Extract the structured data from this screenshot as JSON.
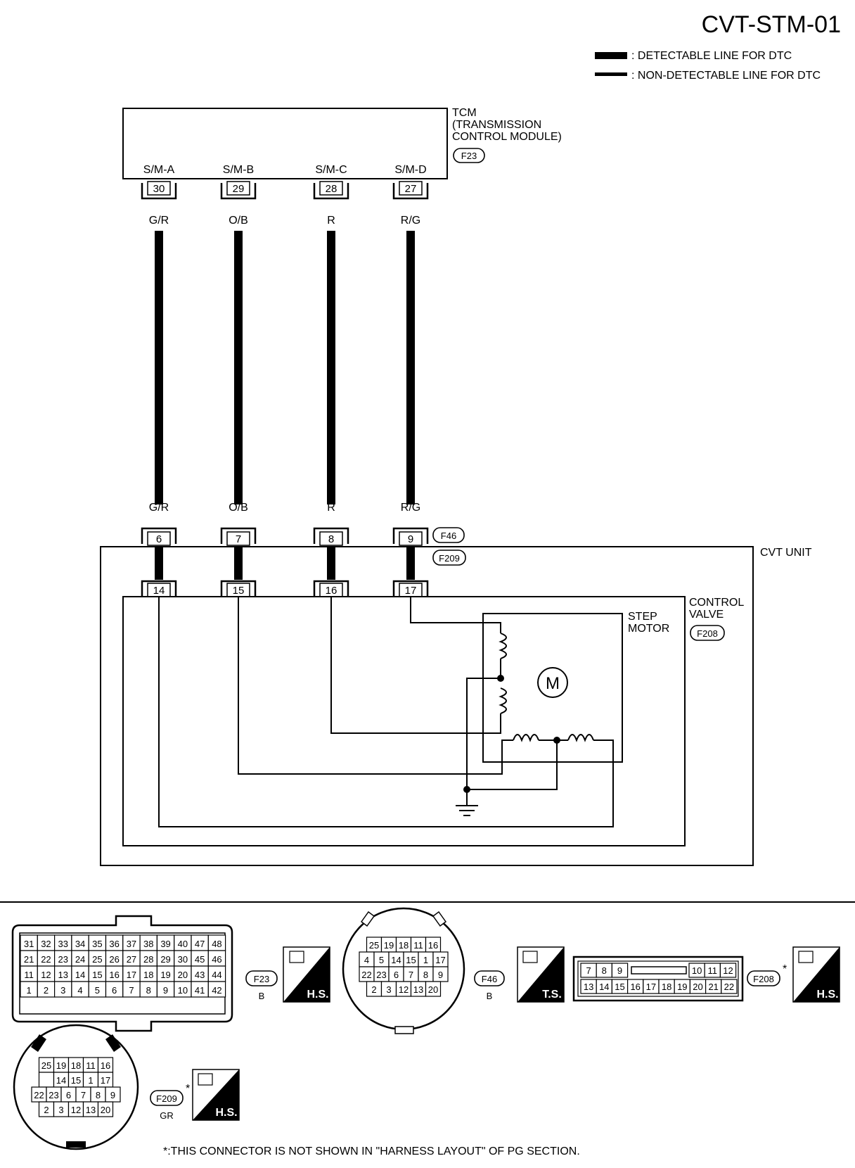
{
  "title": "CVT-STM-01",
  "legend": [
    {
      "label": ": DETECTABLE LINE FOR DTC"
    },
    {
      "label": ": NON-DETECTABLE LINE FOR DTC"
    }
  ],
  "tcm": {
    "name_lines": [
      "TCM",
      "(TRANSMISSION",
      "CONTROL MODULE)"
    ],
    "connector": "F23"
  },
  "terminals": [
    {
      "name": "S/M-A",
      "tcm_pin": "30",
      "wire": "G/R",
      "f46_pin": "6",
      "f209_pin": "14"
    },
    {
      "name": "S/M-B",
      "tcm_pin": "29",
      "wire": "O/B",
      "f46_pin": "7",
      "f209_pin": "15"
    },
    {
      "name": "S/M-C",
      "tcm_pin": "28",
      "wire": "R",
      "f46_pin": "8",
      "f209_pin": "16"
    },
    {
      "name": "S/M-D",
      "tcm_pin": "27",
      "wire": "R/G",
      "f46_pin": "9",
      "f209_pin": "17"
    }
  ],
  "f46_label": "F46",
  "f209_label": "F209",
  "cvt_unit": "CVT UNIT",
  "control_valve": {
    "lines": [
      "CONTROL",
      "VALVE"
    ],
    "connector": "F208"
  },
  "step_motor": {
    "lines": [
      "STEP",
      "MOTOR"
    ],
    "symbol": "M"
  },
  "connectors": {
    "f23": {
      "rows": [
        [
          "31",
          "32",
          "33",
          "34",
          "35",
          "36",
          "37",
          "38",
          "39",
          "40",
          "47",
          "48"
        ],
        [
          "21",
          "22",
          "23",
          "24",
          "25",
          "26",
          "27",
          "28",
          "29",
          "30",
          "45",
          "46"
        ],
        [
          "11",
          "12",
          "13",
          "14",
          "15",
          "16",
          "17",
          "18",
          "19",
          "20",
          "43",
          "44"
        ],
        [
          "1",
          "2",
          "3",
          "4",
          "5",
          "6",
          "7",
          "8",
          "9",
          "10",
          "41",
          "42"
        ]
      ],
      "id": "F23",
      "color": "B",
      "badge": "H.S."
    },
    "f46": {
      "rows": [
        [
          "25",
          "19",
          "18",
          "11",
          "16"
        ],
        [
          "4",
          "5",
          "14",
          "15",
          "1",
          "17"
        ],
        [
          "22",
          "23",
          "6",
          "7",
          "8",
          "9"
        ],
        [
          "2",
          "3",
          "12",
          "13",
          "20"
        ]
      ],
      "id": "F46",
      "color": "B",
      "badge": "T.S."
    },
    "f208": {
      "top": [
        "7",
        "8",
        "9",
        "10",
        "11",
        "12"
      ],
      "bottom": [
        "13",
        "14",
        "15",
        "16",
        "17",
        "18",
        "19",
        "20",
        "21",
        "22"
      ],
      "id": "F208",
      "star": "*",
      "badge": "H.S."
    },
    "f209": {
      "rows": [
        [
          "25",
          "19",
          "18",
          "11",
          "16"
        ],
        [
          "",
          "14",
          "15",
          "1",
          "17"
        ],
        [
          "22",
          "23",
          "6",
          "7",
          "8",
          "9"
        ],
        [
          "2",
          "3",
          "12",
          "13",
          "20"
        ]
      ],
      "id": "F209",
      "color": "GR",
      "star": "*",
      "badge": "H.S."
    }
  },
  "footnote": "*:THIS CONNECTOR IS NOT SHOWN IN \"HARNESS LAYOUT\" OF PG SECTION."
}
